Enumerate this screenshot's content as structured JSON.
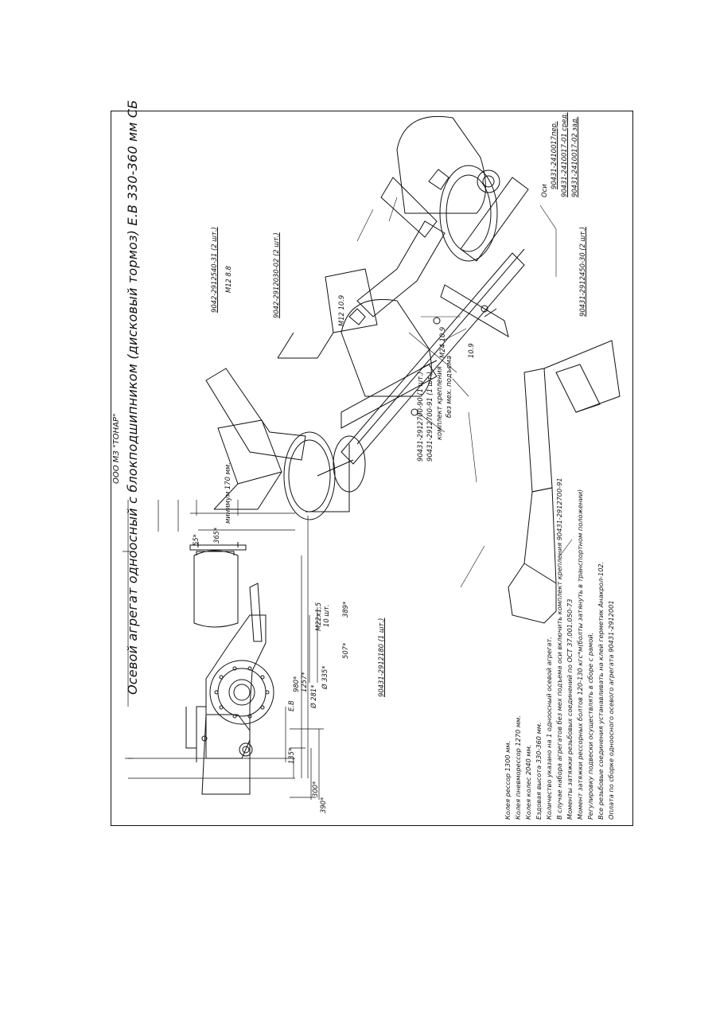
{
  "company": "ООО МЗ \"ТОНАР\"",
  "title": "Осевой агрегат одноосный с блокподшипником (дисковый тормоз) Е.В 330-360 мм СБ",
  "notes": [
    "Колея рессор 1300 мм.",
    "Колея пневморессор 1270 мм.",
    "Колея колес 2040 мм.",
    "Ездовая высота 330-360 мм.",
    "Количество указано на 1 одноосный осевой агрегат.",
    "В случае набора агрегатов без мех подъема оси включить комплект крепления 90431-2912700-91",
    "Моменты затяжки резьбовых соединений по ОСТ 37.001.050-73",
    "Момент затяжки рессорных болтов 120-130 кгс*м(болты затянуть в транспортном положении)",
    "Регулировку подвески осуществлять в сборе с рамой.",
    "Все резьбовые соединения устанавливать на клей герметик Анакрол-102.",
    "Оплата по сборке одноосного осевого агрегата 90431-2912001"
  ],
  "side_view": {
    "dims": {
      "d55": "55*",
      "d365": "365*",
      "min170": "минимум 170 мм.",
      "d1257": "1257*",
      "d980": "980*",
      "ev": "Е.В",
      "d135": "135*",
      "d300": "300*",
      "d390": "390*",
      "m22": "M22x1,5",
      "m22_qty": "10 шт.",
      "d389": "389*",
      "d507": "507*",
      "phi281": "Ø 281*",
      "phi335": "Ø 335*"
    }
  },
  "callouts": {
    "bracket": "90431-2912180 (1 шт.)",
    "spring_upper": "9042-2912540-31 (2 шт.)",
    "m12": "M12 8.8",
    "air_spring": "9042-2912030-02 (2 шт.)",
    "m12_109": "M12 10.9",
    "kit_a": "90431-2912700-90 (1 шт.)",
    "kit_b": "90431-2912700-91 (1 шт.)",
    "kit_c": "комплект крепления",
    "kit_d": "без мех. подъема",
    "m24": "M24 10.9",
    "bolt109": "10.9",
    "hanger": "90431-2912450-30 (2 шт.)",
    "axles_head": "Оси",
    "axle1": "90431-2410017пер.",
    "axle2": "90431-2410017-01 сред.",
    "axle3": "90431-2410017-02 зад."
  },
  "colors": {
    "ink": "#111111",
    "background": "#ffffff"
  }
}
